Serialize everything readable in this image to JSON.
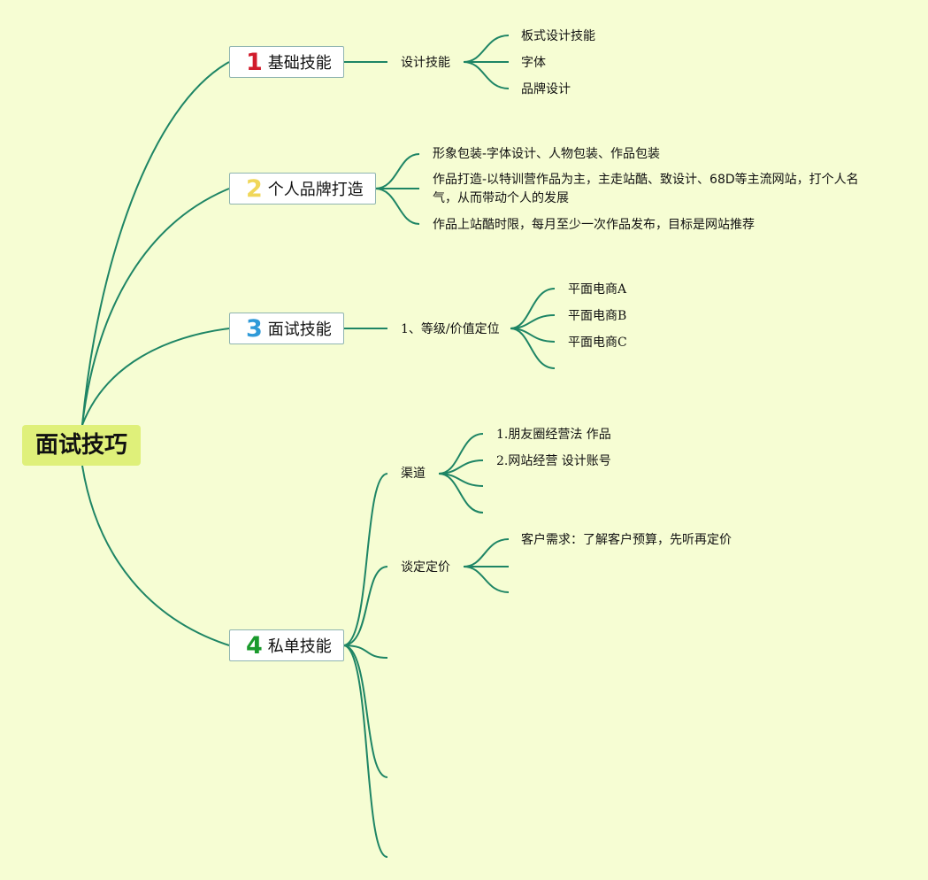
{
  "root": "面试技巧",
  "colors": {
    "line": "#1e8565",
    "root_bg": "#dff07a",
    "background": "#f6fdd3",
    "num1": "#d11c2c",
    "num2": "#f0d75a",
    "num3": "#2f9ad8",
    "num4": "#1a9a2c"
  },
  "branches": [
    {
      "number": "1",
      "label": "基础技能",
      "children": [
        {
          "label": "设计技能",
          "children": [
            "板式设计技能",
            "字体",
            "品牌设计"
          ]
        }
      ]
    },
    {
      "number": "2",
      "label": "个人品牌打造",
      "children": [
        {
          "label": "形象包装-字体设计、人物包装、作品包装"
        },
        {
          "label": "作品打造-以特训营作品为主，主走站酷、致设计、68D等主流网站，打个人名气，从而带动个人的发展"
        },
        {
          "label": "作品上站酷时限，每月至少一次作品发布，目标是网站推荐"
        }
      ]
    },
    {
      "number": "3",
      "label": "面试技能",
      "children": [
        {
          "label": "1、等级/价值定位",
          "children": [
            "平面电商A",
            "平面电商B",
            "平面电商C",
            ""
          ]
        }
      ]
    },
    {
      "number": "4",
      "label": "私单技能",
      "children": [
        {
          "label": "渠道",
          "children": [
            "1.朋友圈经营法 作品",
            "2.网站经营 设计账号",
            "",
            ""
          ]
        },
        {
          "label": "谈定定价",
          "children": [
            "客户需求：了解客户预算，先听再定价",
            "",
            ""
          ]
        },
        {
          "label": ""
        },
        {
          "label": ""
        },
        {
          "label": ""
        }
      ]
    }
  ]
}
